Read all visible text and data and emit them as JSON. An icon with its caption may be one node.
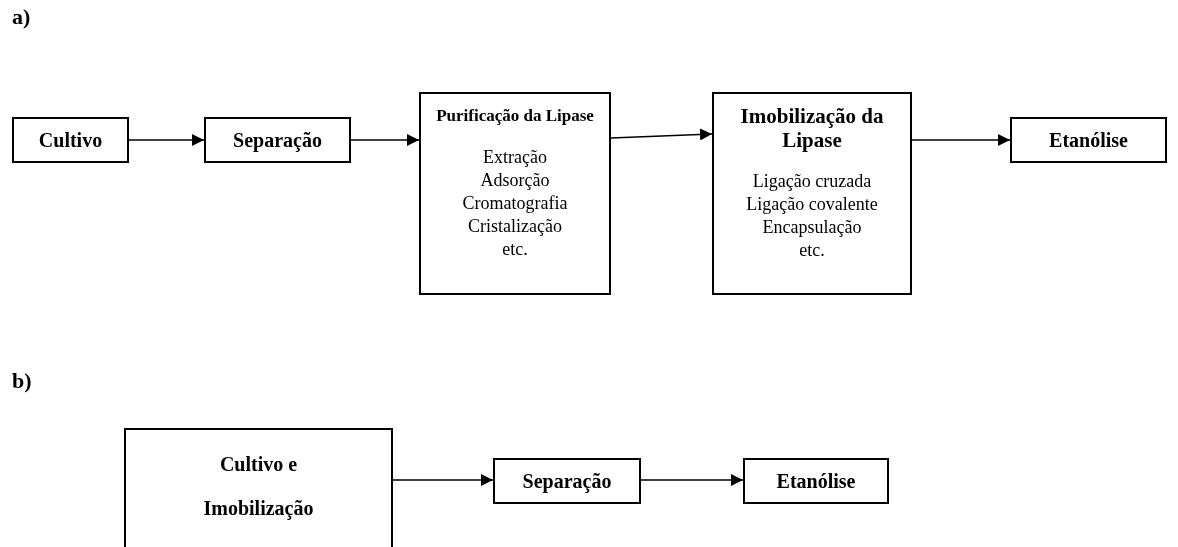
{
  "diagram": {
    "nodes": [
      {
        "text": [
          "Cultivo"
        ]
      },
      {
        "text": [
          "Separação"
        ]
      },
      {
        "text": [
          "Purificação da Lipase",
          "Extração",
          "Adsorção",
          "Cromatografia",
          "Cristalização",
          "etc."
        ]
      },
      {
        "text": [
          "Imobilização da Lipase",
          "Ligação cruzada",
          "Ligação covalente",
          "Encapsulação",
          "etc."
        ]
      },
      {
        "text": [
          "Etanólise"
        ]
      },
      {
        "text": [
          "Cultivo e Imobilização"
        ]
      },
      {
        "text": [
          "Separação"
        ]
      },
      {
        "text": [
          "Etanólise"
        ]
      }
    ],
    "edges": [
      {
        "from": 0,
        "to": 1,
        "arrow": "to"
      },
      {
        "from": 1,
        "to": 2,
        "arrow": "to"
      },
      {
        "from": 2,
        "to": 3,
        "arrow": "to"
      },
      {
        "from": 3,
        "to": 4,
        "arrow": "to"
      },
      {
        "from": 5,
        "to": 6,
        "arrow": "to"
      },
      {
        "from": 6,
        "to": 7,
        "arrow": "to"
      }
    ],
    "labels": [
      "a)",
      "b)"
    ]
  }
}
